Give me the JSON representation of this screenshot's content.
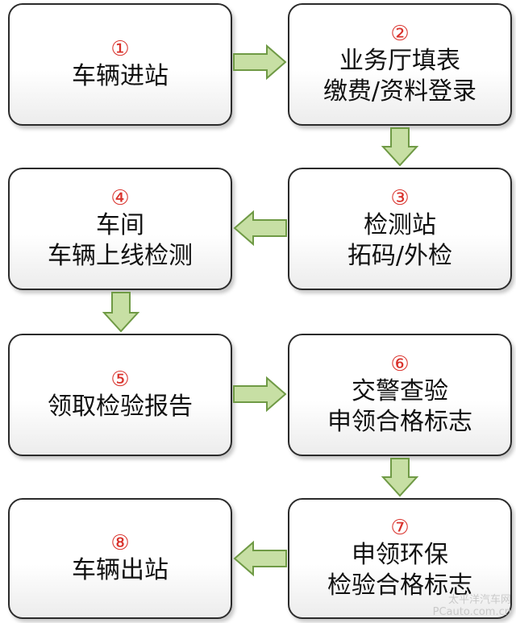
{
  "steps": [
    {
      "number": "①",
      "lines": [
        "车辆进站"
      ]
    },
    {
      "number": "②",
      "lines": [
        "业务厅填表",
        "缴费/资料登录"
      ]
    },
    {
      "number": "③",
      "lines": [
        "检测站",
        "拓码/外检"
      ]
    },
    {
      "number": "④",
      "lines": [
        "车间",
        "车辆上线检测"
      ]
    },
    {
      "number": "⑤",
      "lines": [
        "领取检验报告"
      ]
    },
    {
      "number": "⑥",
      "lines": [
        "交警查验",
        "申领合格标志"
      ]
    },
    {
      "number": "⑦",
      "lines": [
        "申领环保",
        "检验合格标志"
      ]
    },
    {
      "number": "⑧",
      "lines": [
        "车辆出站"
      ]
    }
  ],
  "watermark": [
    "太平洋汽车网",
    "PCauto.com.cn"
  ],
  "colors": {
    "number": "#d9312b",
    "arrow_fill": "#c7dfa4",
    "arrow_stroke": "#6f9a45",
    "border": "#2b2b2b"
  }
}
